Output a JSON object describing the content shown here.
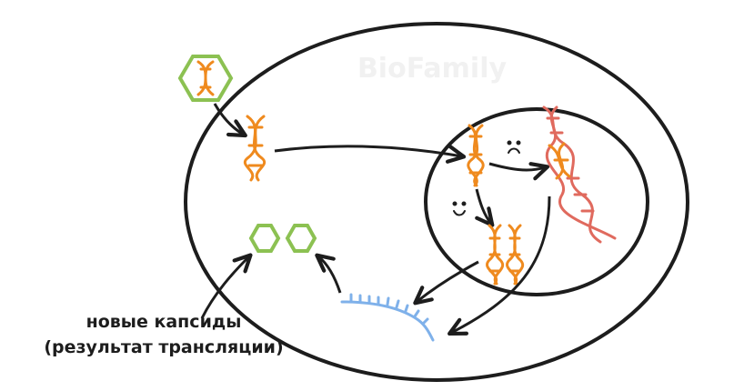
{
  "watermark": "BioFamily",
  "caption": {
    "line1": "новые капсиды",
    "line2": "(результат трансляции)"
  },
  "colors": {
    "outline": "#1d1d1d",
    "dna_viral": "#ef8a1e",
    "dna_host": "#e06a5e",
    "capsid": "#8cc152",
    "mrna": "#7fb1ea"
  }
}
